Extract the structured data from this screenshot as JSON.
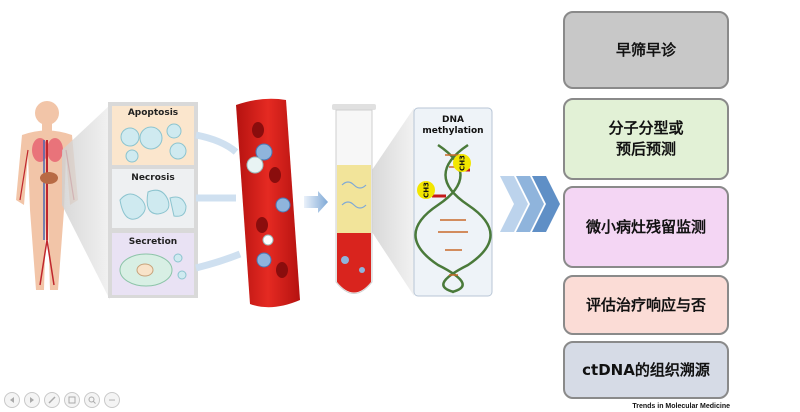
{
  "panels": {
    "apoptosis": "Apoptosis",
    "necrosis": "Necrosis",
    "secretion": "Secretion"
  },
  "methylation": {
    "title_line1": "DNA",
    "title_line2": "methylation",
    "ch3_a": "CH3",
    "ch3_b": "CH3"
  },
  "boxes": [
    {
      "label": "早筛早诊",
      "fill": "#c8c8c8"
    },
    {
      "label": "分子分型或\n预后预测",
      "fill": "#e2f1d6"
    },
    {
      "label": "微小病灶残留监测",
      "fill": "#f4d6f4"
    },
    {
      "label": "评估治疗响应与否",
      "fill": "#fbdcd6"
    },
    {
      "label": "ctDNA的组织溯源",
      "fill": "#d6dbe6"
    }
  ],
  "credit": "Trends in Molecular Medicine",
  "colors": {
    "arrow": "#8fb4dc",
    "vessel": "#d9201e",
    "ch3_dot": "#f2e600",
    "ch3_bar": "#c41a1a"
  }
}
